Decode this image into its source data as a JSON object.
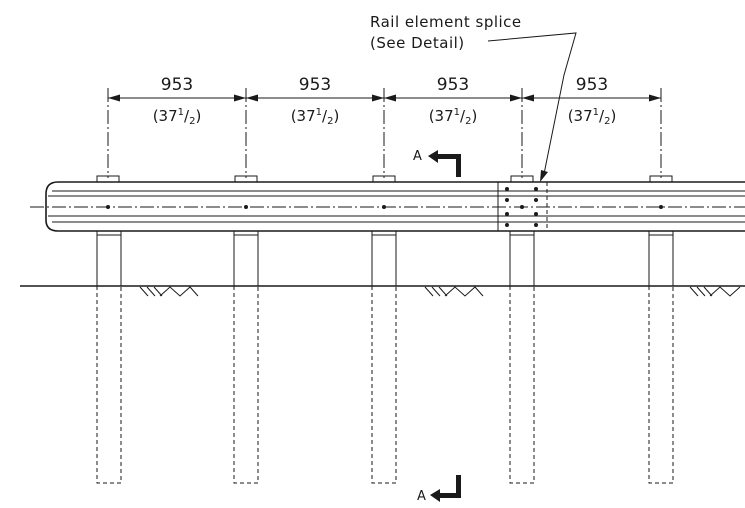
{
  "callout": {
    "line1": "Rail element splice",
    "line2": "(See Detail)"
  },
  "spacings": [
    {
      "mm": "953",
      "inch_whole": "(37",
      "inch_num": "1",
      "inch_den": "2",
      "inch_close": ")"
    },
    {
      "mm": "953",
      "inch_whole": "(37",
      "inch_num": "1",
      "inch_den": "2",
      "inch_close": ")"
    },
    {
      "mm": "953",
      "inch_whole": "(37",
      "inch_num": "1",
      "inch_den": "2",
      "inch_close": ")"
    },
    {
      "mm": "953",
      "inch_whole": "(37",
      "inch_num": "1",
      "inch_den": "2",
      "inch_close": ")"
    }
  ],
  "section_marks": {
    "top": "A",
    "bottom": "A"
  },
  "colors": {
    "ink": "#1a1a1a",
    "paper": "#ffffff"
  }
}
